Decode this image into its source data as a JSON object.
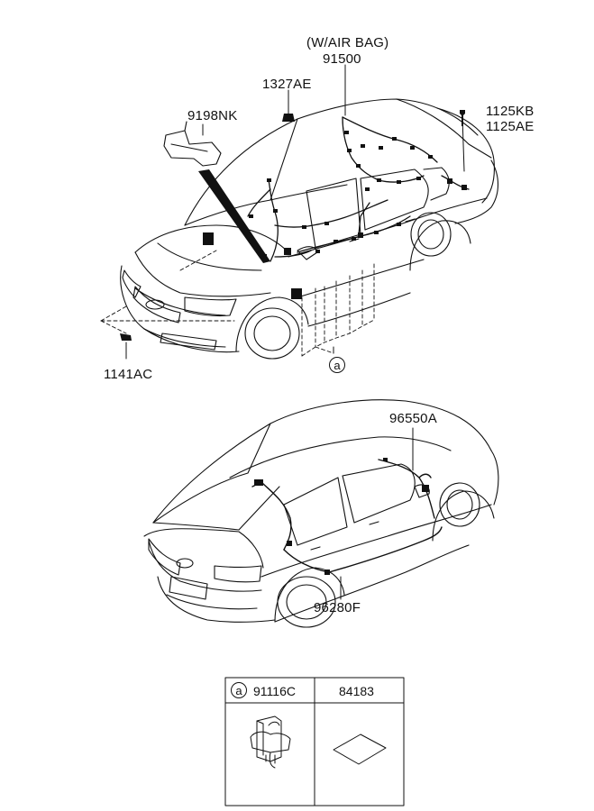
{
  "callouts": {
    "airbag_note": "(W/AIR BAG)",
    "p91500": "91500",
    "p1327ae": "1327AE",
    "p9198nk": "9198NK",
    "p1125kb": "1125KB",
    "p1125ae": "1125AE",
    "p1141ac": "1141AC",
    "ref_a": "a",
    "p96550a": "96550A",
    "p96280f": "96280F"
  },
  "parts_table": {
    "col1_marker": "a",
    "col1_part": "91116C",
    "col2_part": "84183"
  },
  "colors": {
    "line": "#111111",
    "background": "#ffffff"
  }
}
